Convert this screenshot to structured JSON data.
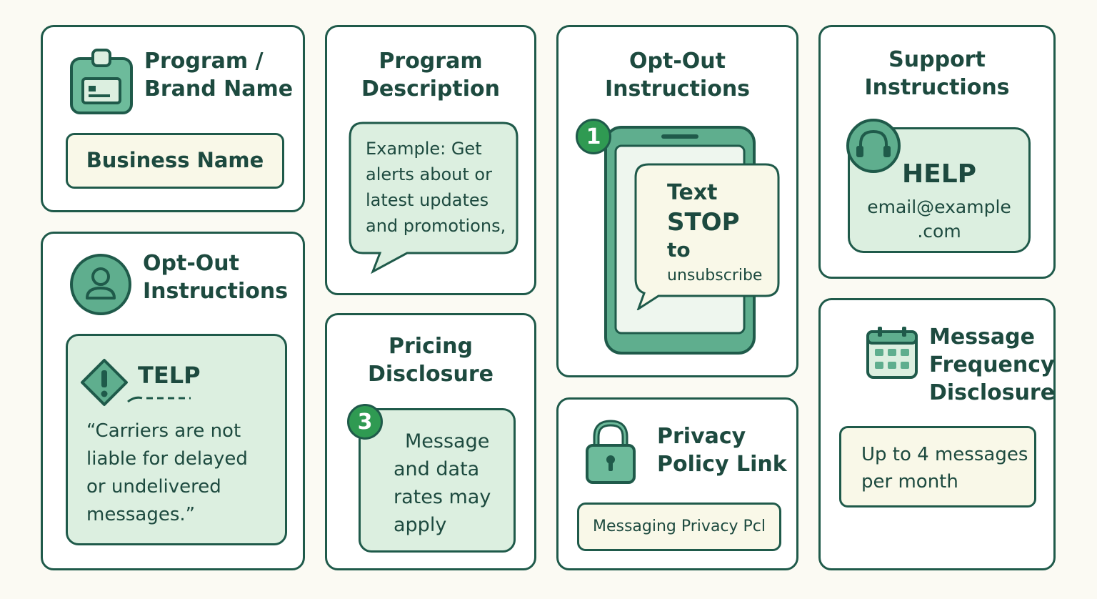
{
  "cards": {
    "brand": {
      "title_line1": "Program /",
      "title_line2": "Brand Name",
      "field": "Business Name"
    },
    "description": {
      "title_line1": "Program",
      "title_line2": "Description",
      "bubble": [
        "Example: Get",
        "alerts about or",
        "latest updates",
        "and promotions,"
      ]
    },
    "optout_phone": {
      "title_line1": "Opt-Out",
      "title_line2": "Instructions",
      "badge": "1",
      "bubble_line1": "Text",
      "bubble_line2": "STOP",
      "bubble_line3": "to",
      "bubble_line4": "unsubscribe"
    },
    "support": {
      "title_line1": "Support",
      "title_line2": "Instructions",
      "keyword": "HELP",
      "email_line1": "email@example",
      "email_line2": ".com"
    },
    "optout_notice": {
      "title_line1": "Opt-Out",
      "title_line2": "Instructions",
      "keyword": "TELP",
      "quote": [
        "“Carriers are not",
        "liable for delayed",
        "or undelivered",
        "messages.”"
      ]
    },
    "pricing": {
      "title_line1": "Pricing",
      "title_line2": "Disclosure",
      "badge": "3",
      "text": [
        "Message",
        "and data",
        "rates may",
        "apply"
      ]
    },
    "privacy": {
      "title_line1": "Privacy",
      "title_line2": "Policy Link",
      "field": "Messaging Privacy Pcl"
    },
    "frequency": {
      "title_line1": "Message",
      "title_line2": "Frequency",
      "title_line3": "Disclosure",
      "field_line1": "Up to 4 messages",
      "field_line2": "per month"
    }
  },
  "colors": {
    "outline": "#1f5a4a",
    "accent_green": "#2f9a52",
    "soft_green": "#dcefe0",
    "cream": "#f9f8e8",
    "background": "#fbfaf3"
  },
  "icons": [
    "id-badge-icon",
    "user-icon",
    "warning-icon",
    "headset-icon",
    "calendar-icon",
    "lock-icon",
    "phone-icon"
  ]
}
